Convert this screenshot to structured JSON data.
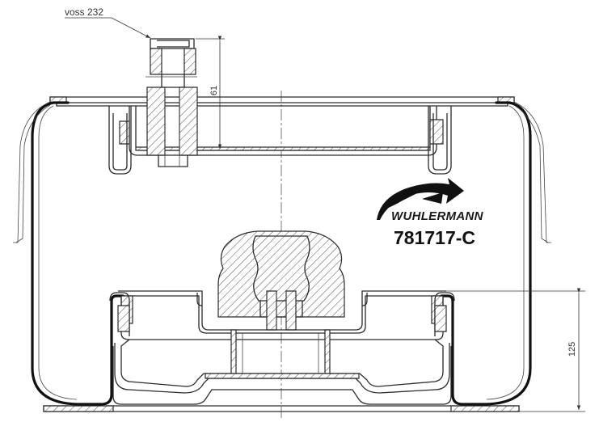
{
  "callout": {
    "label": "voss 232"
  },
  "dimensions": {
    "top_height": "61",
    "bottom_height": "125"
  },
  "brand": {
    "name": "WUHLERMANN",
    "part_number": "781717-C"
  },
  "colors": {
    "line": "#2a2a2a",
    "bellow": "#111111",
    "background": "#ffffff"
  }
}
